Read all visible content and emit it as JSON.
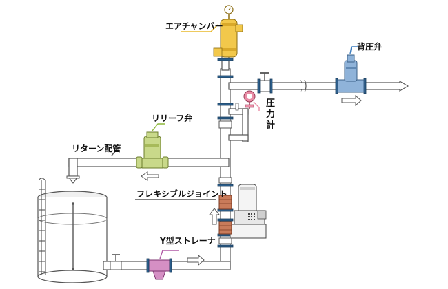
{
  "labels": {
    "air_chamber": "エアチャンバー",
    "back_pressure_valve": "背圧弁",
    "pressure_gauge_line1": "圧",
    "pressure_gauge_line2": "力",
    "pressure_gauge_line3": "計",
    "relief_valve": "リリーフ弁",
    "return_pipe": "リターン配管",
    "flexible_joint": "フレキシブルジョイント",
    "y_strainer": "Y型ストレーナ"
  },
  "colors": {
    "air_chamber": "#f2c84b",
    "back_pressure_valve": "#8fb3d9",
    "pressure_gauge": "#e98ca5",
    "relief_valve": "#c9d98a",
    "y_strainer": "#d58fc4",
    "flexible_joint": "#c97b5a",
    "flange": "#2a5d8a",
    "leader_yellow": "#e9b82a",
    "leader_blue": "#3f7fc0",
    "leader_green": "#8eb83c",
    "leader_purple": "#b15aa6"
  },
  "icons": {
    "flow_arrow": "outline-arrow",
    "pump": "pump-icon",
    "tank": "tank-icon"
  }
}
